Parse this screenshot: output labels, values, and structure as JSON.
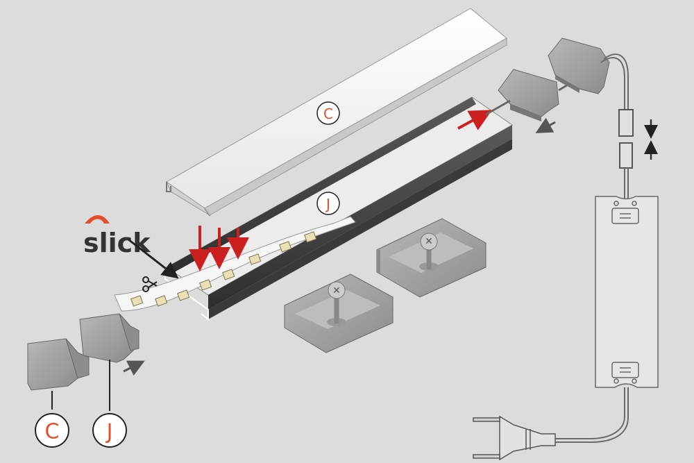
{
  "labels": {
    "cover": "C",
    "profile": "J",
    "endcap_c": "C",
    "endcap_j": "J"
  },
  "logo": {
    "text": "slick"
  },
  "colors": {
    "accent": "#e2502b",
    "arrow_red": "#cc1f1f",
    "background": "#dcdcdc"
  }
}
